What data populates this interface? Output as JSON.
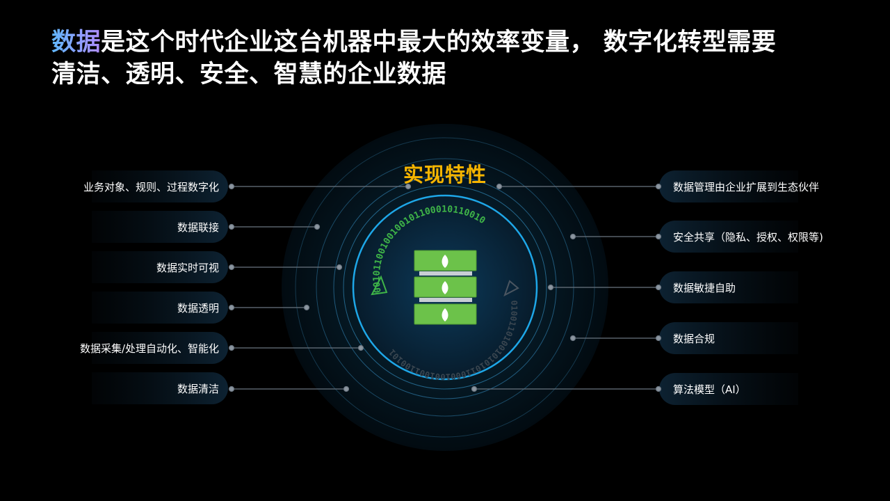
{
  "title": {
    "highlight": "数据",
    "line1_rest": "是这个时代企业这台机器中最大的效率变量，  数字化转型需要",
    "line2": "清洁、透明、安全、智慧的企业数据"
  },
  "center": {
    "label": "实现特性",
    "binary_top": "00101100100100101100010110010",
    "binary_bottom": "0100110100101010110001001001100101"
  },
  "left_items": [
    "业务对象、规则、过程数字化",
    "数据联接",
    "数据实时可视",
    "数据透明",
    "数据采集/处理自动化、智能化",
    "数据清洁"
  ],
  "right_items": [
    "数据管理由企业扩展到生态伙伴",
    "安全共享（隐私、授权、权限等)",
    "数据敏捷自助",
    "数据合规",
    "算法模型（AI）"
  ],
  "colors": {
    "background": "#000000",
    "accent_ring": "#1ea7e8",
    "label_box": "#0b1b28",
    "binary_green": "#3fb548",
    "server_green": "#6cc24a",
    "center_title": "#f5b400"
  }
}
